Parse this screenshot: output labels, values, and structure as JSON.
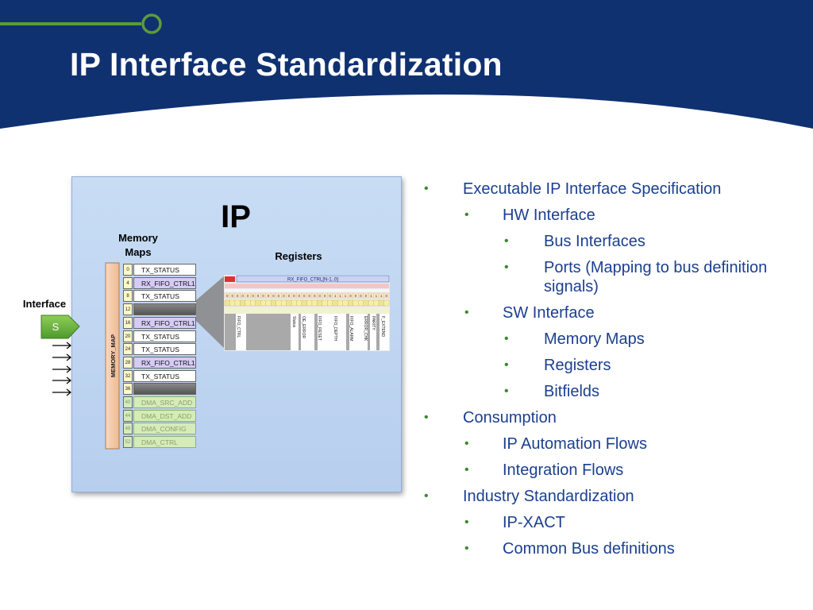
{
  "slide": {
    "title": "IP Interface Standardization",
    "colors": {
      "header_navy": "#0f3170",
      "accent_green": "#5c9b3a",
      "text_blue": "#1b3f8f"
    }
  },
  "diagram": {
    "ip_label": "IP",
    "memory_maps_label_line1": "Memory",
    "memory_maps_label_line2": "Maps",
    "registers_label": "Registers",
    "interface_label": "Interface",
    "interface_port_label": "S",
    "memory_map_bar_label": "MEMORY_MAP",
    "memory_map": [
      {
        "offset": "0",
        "name": "TX_STATUS",
        "kind": "plain"
      },
      {
        "offset": "4",
        "name": "RX_FIFO_CTRL1",
        "kind": "register"
      },
      {
        "offset": "8",
        "name": "TX_STATUS",
        "kind": "plain"
      },
      {
        "offset": "12",
        "name": "",
        "kind": "empty"
      },
      {
        "offset": "16",
        "name": "RX_FIFO_CTRL1",
        "kind": "register"
      },
      {
        "offset": "20",
        "name": "TX_STATUS",
        "kind": "plain"
      },
      {
        "offset": "24",
        "name": "TX_STATUS",
        "kind": "plain"
      },
      {
        "offset": "28",
        "name": "RX_FIFO_CTRL1",
        "kind": "register"
      },
      {
        "offset": "32",
        "name": "TX_STATUS",
        "kind": "plain"
      },
      {
        "offset": "36",
        "name": "",
        "kind": "empty"
      },
      {
        "offset": "40",
        "name": "DMA_SRC_ADD",
        "kind": "dma"
      },
      {
        "offset": "44",
        "name": "DMA_DST_ADD",
        "kind": "dma"
      },
      {
        "offset": "48",
        "name": "DMA_CONFIG",
        "kind": "dma"
      },
      {
        "offset": "52",
        "name": "DMA_CTRL",
        "kind": "dma"
      }
    ],
    "register_detail": {
      "name": "RX_FIFO_CTRL[N-1..0]",
      "bit_values": [
        "0",
        "0",
        "0",
        "0",
        "0",
        "0",
        "0",
        "0",
        "0",
        "0",
        "0",
        "0",
        "0",
        "0",
        "0",
        "0",
        "0",
        "0",
        "0",
        "0",
        "0",
        "1",
        "1",
        "1",
        "0",
        "0",
        "0",
        "0",
        "1",
        "1",
        "1",
        "0"
      ],
      "fields": [
        "FIFO_CTRL",
        "Status",
        "OE_ERROR",
        "FIFO_RESET",
        "FIFO_DEPTH",
        "FIFO_ALARM",
        "ERROR_CHK",
        "PARITY",
        "F_EXTEND"
      ]
    }
  },
  "bullets": [
    {
      "level": 1,
      "text": "Executable IP Interface Specification"
    },
    {
      "level": 2,
      "text": "HW Interface"
    },
    {
      "level": 3,
      "text": "Bus Interfaces"
    },
    {
      "level": 3,
      "text": "Ports (Mapping to bus definition signals)"
    },
    {
      "level": 2,
      "text": "SW Interface"
    },
    {
      "level": 3,
      "text": "Memory Maps"
    },
    {
      "level": 3,
      "text": "Registers"
    },
    {
      "level": 3,
      "text": "Bitfields"
    },
    {
      "level": 1,
      "text": "Consumption"
    },
    {
      "level": 2,
      "text": "IP Automation Flows"
    },
    {
      "level": 2,
      "text": "Integration Flows"
    },
    {
      "level": 1,
      "text": "Industry Standardization"
    },
    {
      "level": 2,
      "text": "IP-XACT"
    },
    {
      "level": 2,
      "text": "Common Bus definitions"
    }
  ]
}
